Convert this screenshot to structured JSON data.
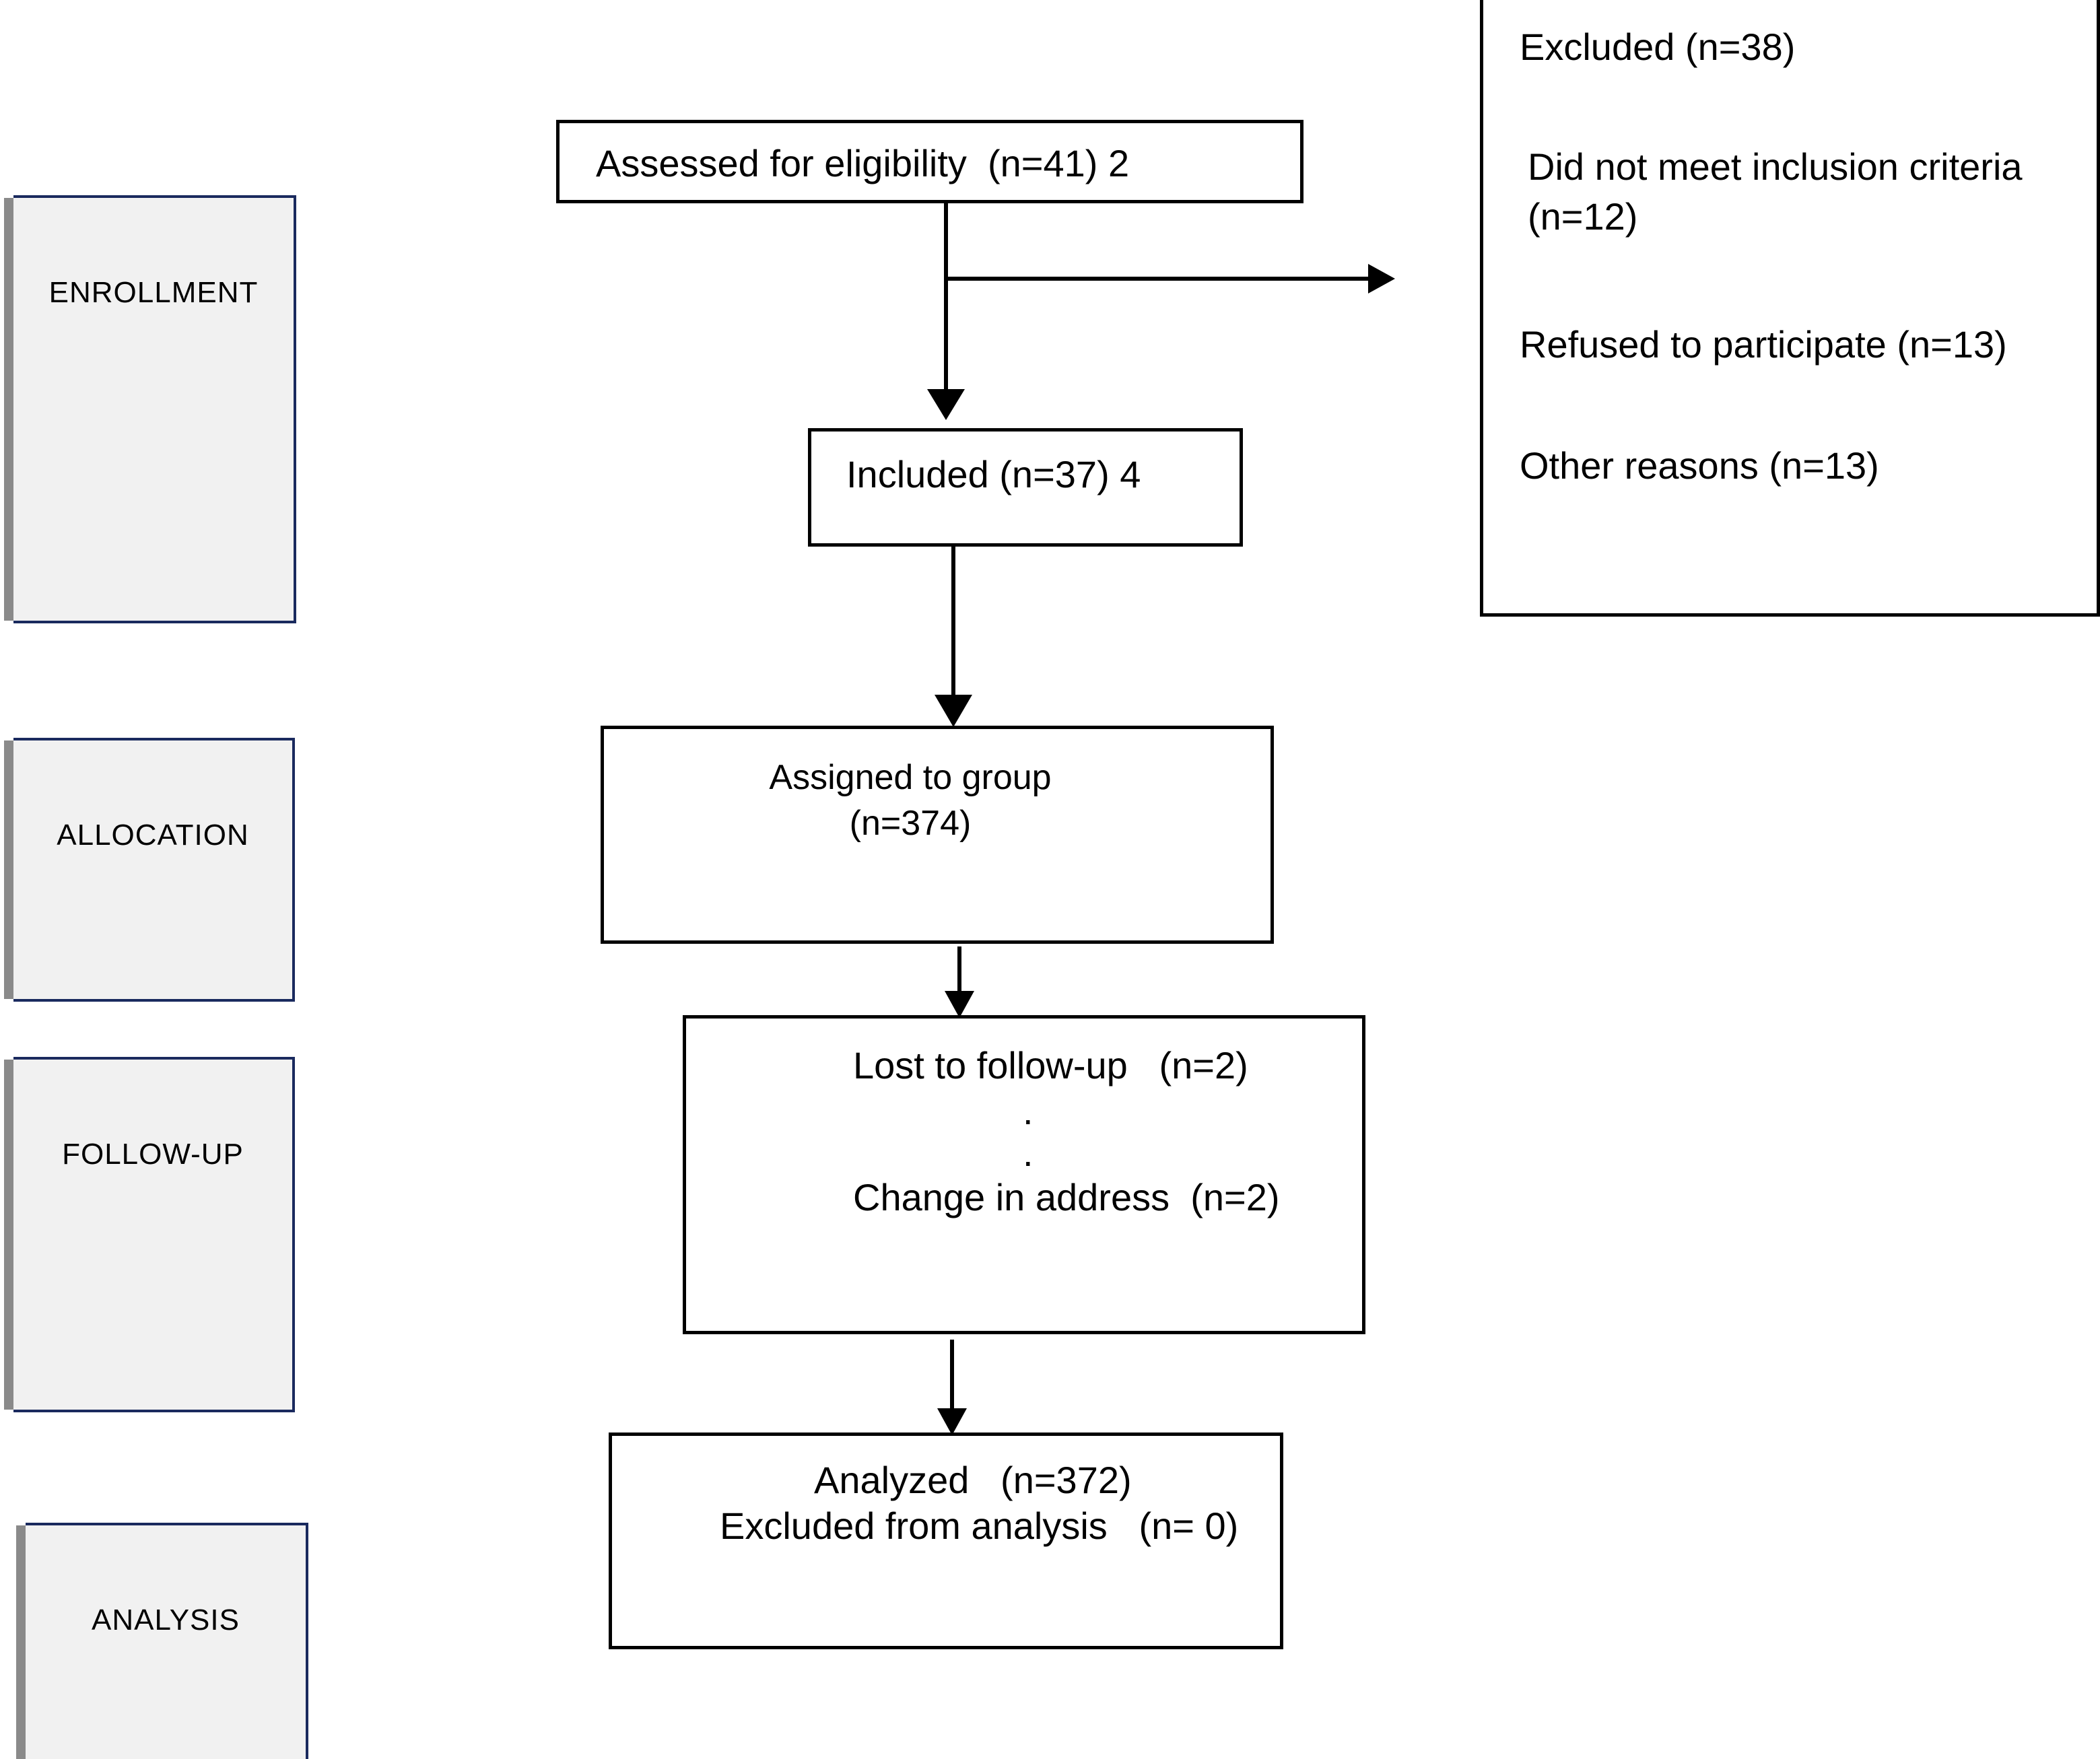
{
  "stages": {
    "enrollment": "ENROLLMENT",
    "allocation": "ALLOCATION",
    "follow_up": "FOLLOW-UP",
    "analysis": "ANALYSIS"
  },
  "boxes": {
    "assessed": "Assessed for eligibility  (n=41) 2",
    "included": "Included (n=37) 4",
    "assigned_line1": "Assigned to group",
    "assigned_line2": "(n=374)",
    "followup_line1": "Lost to follow-up   (n=2)",
    "followup_dot1": ".",
    "followup_dot2": ".",
    "followup_line2": "Change in address  (n=2)",
    "analyzed_line1": "Analyzed   (n=372)",
    "analyzed_line2": "Excluded from analysis   (n= 0)"
  },
  "excluded": {
    "title": "Excluded (n=38)",
    "reason1_line1": "Did not meet inclusion criteria",
    "reason1_line2": "(n=12)",
    "reason2": "Refused to participate (n=13)",
    "reason3": "Other reasons (n=13)"
  }
}
